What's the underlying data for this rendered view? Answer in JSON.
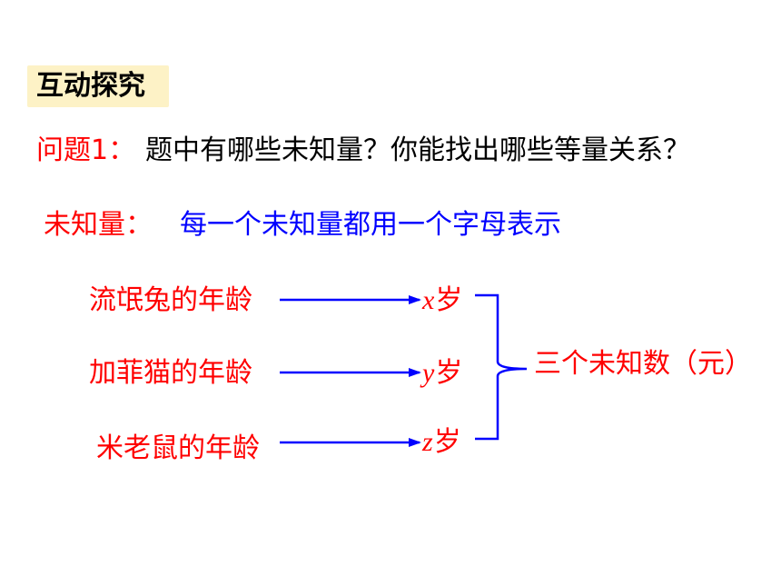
{
  "title": "互动探究",
  "question": {
    "label": "问题1：",
    "text": "题中有哪些未知量？你能找出哪些等量关系？"
  },
  "unknowns": {
    "label": "未知量：",
    "text": "每一个未知量都用一个字母表示"
  },
  "items": [
    {
      "name": "流氓兔的年龄",
      "var": "x",
      "unit": "岁"
    },
    {
      "name": "加菲猫的年龄",
      "var": "y",
      "unit": "岁"
    },
    {
      "name": "米老鼠的年龄",
      "var": "z",
      "unit": "岁"
    }
  ],
  "summary": "三个未知数（元）",
  "colors": {
    "red": "#ff0000",
    "blue": "#0000ff",
    "title_bg": "#fdf2c6",
    "text": "#000000"
  }
}
